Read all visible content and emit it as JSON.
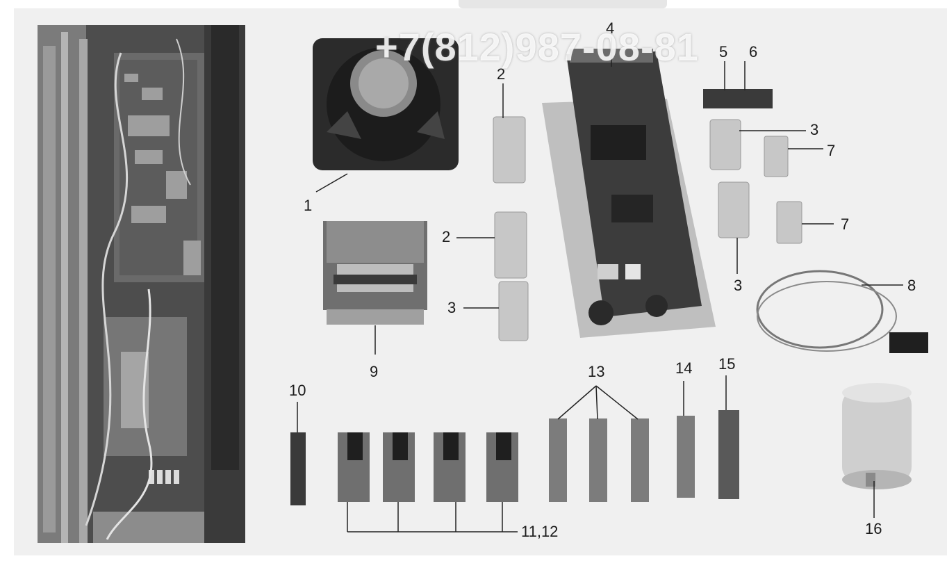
{
  "watermark": {
    "phone": "+7(812)987-08-81"
  },
  "callouts": {
    "c1": "1",
    "c2a": "2",
    "c2b": "2",
    "c3a": "3",
    "c3b": "3",
    "c3c": "3",
    "c4": "4",
    "c5": "5",
    "c6": "6",
    "c7a": "7",
    "c7b": "7",
    "c8": "8",
    "c9": "9",
    "c10": "10",
    "c11_12": "11,12",
    "c13": "13",
    "c14": "14",
    "c15": "15",
    "c16": "16"
  },
  "colors": {
    "panel_background": "#f0f0f0",
    "photo_background": "#5a5a5a",
    "callout_text": "#1b1b1b",
    "leader_line": "#222222",
    "part_dark": "#2b2b2b",
    "part_mid": "#8a8a8a",
    "part_light": "#c9c9c9"
  },
  "icons": {
    "fan": "cooling-fan-icon",
    "transformer": "transformer-icon",
    "board": "control-board-icon",
    "connector": "terminal-connector-icon",
    "sensor_cable": "sensor-cable-icon",
    "encoder": "encoder-icon"
  }
}
